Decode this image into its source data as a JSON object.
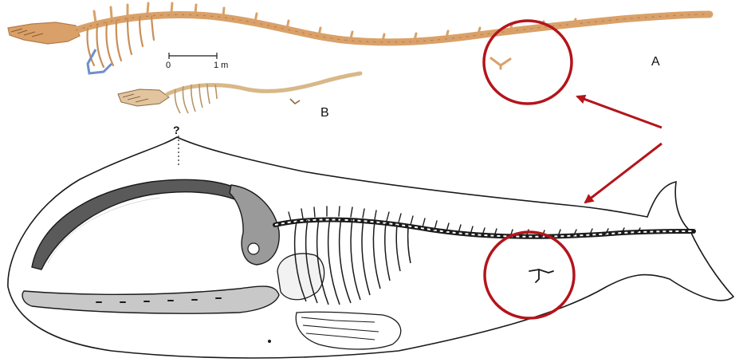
{
  "labels": {
    "panel_a": "A",
    "panel_b": "B",
    "scale_zero": "0",
    "scale_one": "1 m",
    "bowhead_mark": "?"
  },
  "colors": {
    "bone_orange": "#d9a169",
    "bone_dark": "#b97a45",
    "ink": "#1a1a1a",
    "circle_red": "#b3151b",
    "arrow_red": "#b3151b"
  },
  "icons": {
    "arrow_upper": "arrow-icon",
    "arrow_lower": "arrow-icon"
  }
}
